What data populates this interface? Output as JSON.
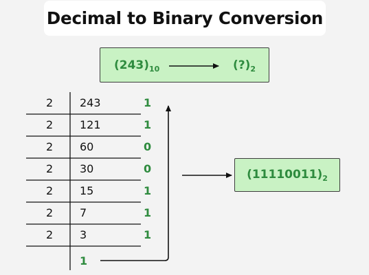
{
  "title": "Decimal to Binary Conversion",
  "question": {
    "number": "(243)",
    "number_base": "10",
    "result": "(?)",
    "result_base": "2"
  },
  "answer": {
    "value": "(11110011)",
    "base": "2"
  },
  "divisor": "2",
  "division_rows": [
    {
      "divisor": "2",
      "dividend": "243",
      "remainder": "1"
    },
    {
      "divisor": "2",
      "dividend": "121",
      "remainder": "1"
    },
    {
      "divisor": "2",
      "dividend": "60",
      "remainder": "0"
    },
    {
      "divisor": "2",
      "dividend": "30",
      "remainder": "0"
    },
    {
      "divisor": "2",
      "dividend": "15",
      "remainder": "1"
    },
    {
      "divisor": "2",
      "dividend": "7",
      "remainder": "1"
    },
    {
      "divisor": "2",
      "dividend": "3",
      "remainder": "1"
    }
  ],
  "final_quotient": "1",
  "colors": {
    "background": "#f3f3f3",
    "box_fill": "#c9f2c4",
    "green_text": "#2e8b3e",
    "line": "#111111"
  }
}
